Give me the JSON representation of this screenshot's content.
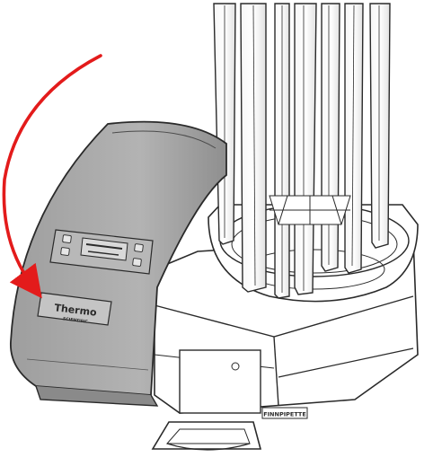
{
  "figure": {
    "type": "technical-illustration",
    "subject": "instrument with hinged front cover and vertical rods",
    "arrow_color": "#e31b1b",
    "cover_color": "#a9a9a9",
    "line_color": "#2a2a2a",
    "brand_logo_text": "Thermo",
    "brand_logo_subtext": "SCIENTIFIC",
    "base_label": "FINNPIPETTE"
  }
}
